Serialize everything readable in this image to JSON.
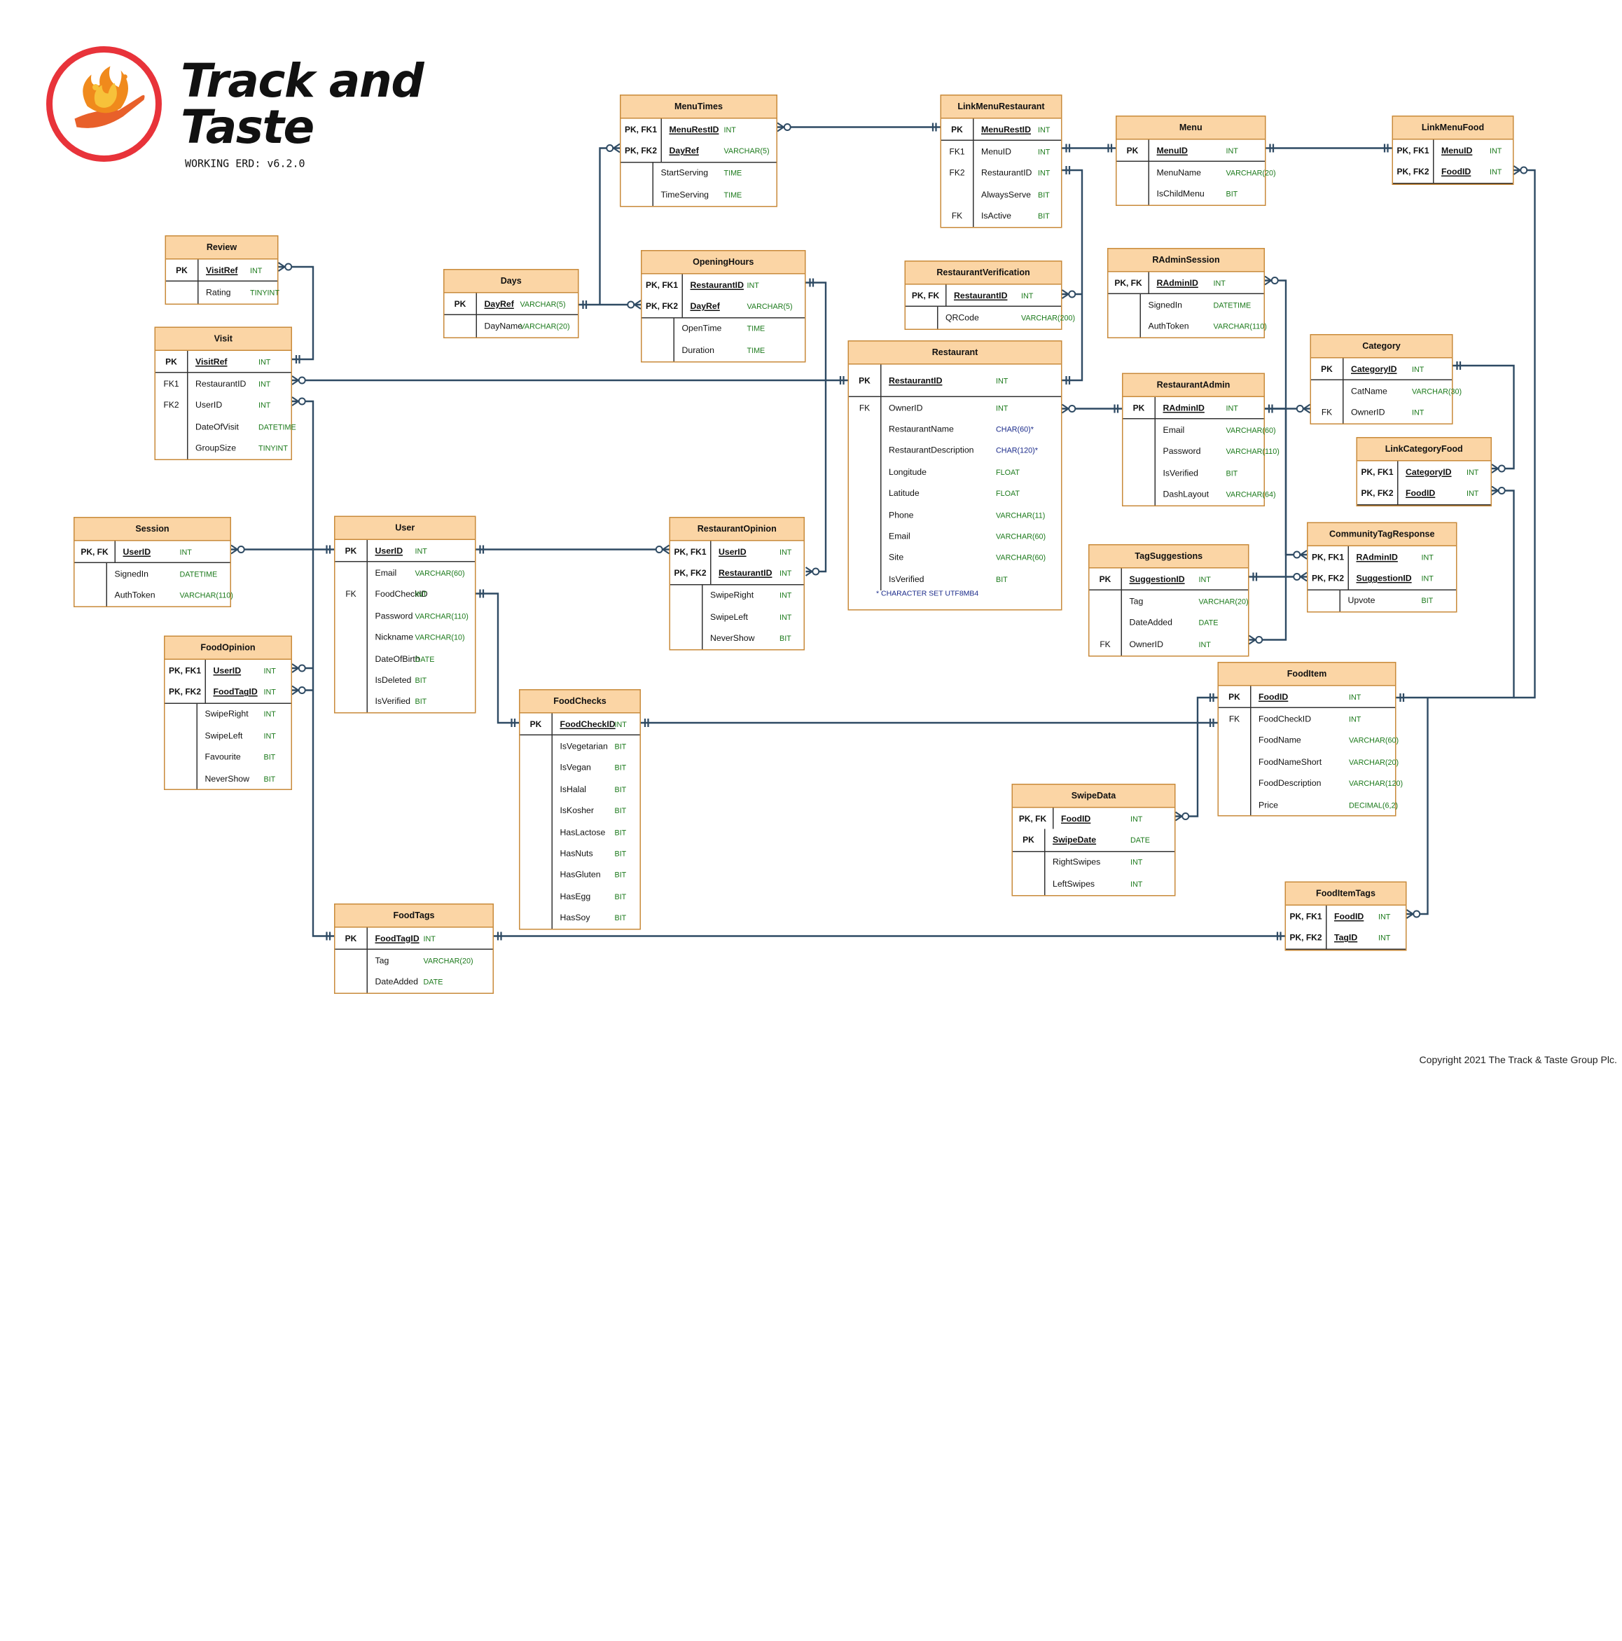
{
  "brand": {
    "title": "Track and Taste",
    "version": "WORKING ERD: v6.2.0",
    "copyright": "Copyright 2021 The Track & Taste Group Plc."
  },
  "colors": {
    "header_fill": "#fbd5a5",
    "border": "#c88a3a",
    "type_text": "#1c7a1c",
    "line": "#2e4a63",
    "logo_red": "#e8333a"
  },
  "entities": {
    "review": {
      "name": "Review",
      "rows": [
        {
          "k": "PK",
          "f": "VisitRef",
          "t": "INT"
        },
        {
          "k": "",
          "f": "Rating",
          "t": "TINYINT"
        }
      ]
    },
    "visit": {
      "name": "Visit",
      "rows": [
        {
          "k": "PK",
          "f": "VisitRef",
          "t": "INT"
        },
        {
          "k": "FK1",
          "f": "RestaurantID",
          "t": "INT"
        },
        {
          "k": "FK2",
          "f": "UserID",
          "t": "INT"
        },
        {
          "k": "",
          "f": "DateOfVisit",
          "t": "DATETIME"
        },
        {
          "k": "",
          "f": "GroupSize",
          "t": "TINYINT"
        }
      ]
    },
    "session": {
      "name": "Session",
      "rows": [
        {
          "k": "PK, FK",
          "f": "UserID",
          "t": "INT"
        },
        {
          "k": "",
          "f": "SignedIn",
          "t": "DATETIME"
        },
        {
          "k": "",
          "f": "AuthToken",
          "t": "VARCHAR(110)"
        }
      ]
    },
    "foodopinion": {
      "name": "FoodOpinion",
      "rows": [
        {
          "k": "PK, FK1",
          "f": "UserID",
          "t": "INT"
        },
        {
          "k": "PK, FK2",
          "f": "FoodTagID",
          "t": "INT"
        },
        {
          "k": "",
          "f": "SwipeRight",
          "t": "INT"
        },
        {
          "k": "",
          "f": "SwipeLeft",
          "t": "INT"
        },
        {
          "k": "",
          "f": "Favourite",
          "t": "BIT"
        },
        {
          "k": "",
          "f": "NeverShow",
          "t": "BIT"
        }
      ]
    },
    "user": {
      "name": "User",
      "rows": [
        {
          "k": "PK",
          "f": "UserID",
          "t": "INT"
        },
        {
          "k": "",
          "f": "Email",
          "t": "VARCHAR(60)"
        },
        {
          "k": "FK",
          "f": "FoodCheckID",
          "t": "INT"
        },
        {
          "k": "",
          "f": "Password",
          "t": "VARCHAR(110)"
        },
        {
          "k": "",
          "f": "Nickname",
          "t": "VARCHAR(10)"
        },
        {
          "k": "",
          "f": "DateOfBirth",
          "t": "DATE"
        },
        {
          "k": "",
          "f": "IsDeleted",
          "t": "BIT"
        },
        {
          "k": "",
          "f": "IsVerified",
          "t": "BIT"
        }
      ]
    },
    "foodtags": {
      "name": "FoodTags",
      "rows": [
        {
          "k": "PK",
          "f": "FoodTagID",
          "t": "INT"
        },
        {
          "k": "",
          "f": "Tag",
          "t": "VARCHAR(20)"
        },
        {
          "k": "",
          "f": "DateAdded",
          "t": "DATE"
        }
      ]
    },
    "days": {
      "name": "Days",
      "rows": [
        {
          "k": "PK",
          "f": "DayRef",
          "t": "VARCHAR(5)"
        },
        {
          "k": "",
          "f": "DayName",
          "t": "VARCHAR(20)"
        }
      ]
    },
    "menutimes": {
      "name": "MenuTimes",
      "rows": [
        {
          "k": "PK, FK1",
          "f": "MenuRestID",
          "t": "INT"
        },
        {
          "k": "PK, FK2",
          "f": "DayRef",
          "t": "VARCHAR(5)"
        },
        {
          "k": "",
          "f": "StartServing",
          "t": "TIME"
        },
        {
          "k": "",
          "f": "TimeServing",
          "t": "TIME"
        }
      ]
    },
    "openinghours": {
      "name": "OpeningHours",
      "rows": [
        {
          "k": "PK, FK1",
          "f": "RestaurantID",
          "t": "INT"
        },
        {
          "k": "PK, FK2",
          "f": "DayRef",
          "t": "VARCHAR(5)"
        },
        {
          "k": "",
          "f": "OpenTime",
          "t": "TIME"
        },
        {
          "k": "",
          "f": "Duration",
          "t": "TIME"
        }
      ]
    },
    "restaurantopinion": {
      "name": "RestaurantOpinion",
      "rows": [
        {
          "k": "PK, FK1",
          "f": "UserID",
          "t": "INT"
        },
        {
          "k": "PK, FK2",
          "f": "RestaurantID",
          "t": "INT"
        },
        {
          "k": "",
          "f": "SwipeRight",
          "t": "INT"
        },
        {
          "k": "",
          "f": "SwipeLeft",
          "t": "INT"
        },
        {
          "k": "",
          "f": "NeverShow",
          "t": "BIT"
        }
      ]
    },
    "foodchecks": {
      "name": "FoodChecks",
      "rows": [
        {
          "k": "PK",
          "f": "FoodCheckID",
          "t": "INT"
        },
        {
          "k": "",
          "f": "IsVegetarian",
          "t": "BIT"
        },
        {
          "k": "",
          "f": "IsVegan",
          "t": "BIT"
        },
        {
          "k": "",
          "f": "IsHalal",
          "t": "BIT"
        },
        {
          "k": "",
          "f": "IsKosher",
          "t": "BIT"
        },
        {
          "k": "",
          "f": "HasLactose",
          "t": "BIT"
        },
        {
          "k": "",
          "f": "HasNuts",
          "t": "BIT"
        },
        {
          "k": "",
          "f": "HasGluten",
          "t": "BIT"
        },
        {
          "k": "",
          "f": "HasEgg",
          "t": "BIT"
        },
        {
          "k": "",
          "f": "HasSoy",
          "t": "BIT"
        }
      ]
    },
    "linkmenurestaurant": {
      "name": "LinkMenuRestaurant",
      "rows": [
        {
          "k": "PK",
          "f": "MenuRestID",
          "t": "INT"
        },
        {
          "k": "FK1",
          "f": "MenuID",
          "t": "INT"
        },
        {
          "k": "FK2",
          "f": "RestaurantID",
          "t": "INT"
        },
        {
          "k": "",
          "f": "AlwaysServe",
          "t": "BIT"
        },
        {
          "k": "FK",
          "f": "IsActive",
          "t": "BIT"
        }
      ]
    },
    "restaurantverification": {
      "name": "RestaurantVerification",
      "rows": [
        {
          "k": "PK, FK",
          "f": "RestaurantID",
          "t": "INT"
        },
        {
          "k": "",
          "f": "QRCode",
          "t": "VARCHAR(200)"
        }
      ]
    },
    "restaurant": {
      "name": "Restaurant",
      "note": "* CHARACTER SET UTF8MB4",
      "rows": [
        {
          "k": "PK",
          "f": "RestaurantID",
          "t": "INT"
        },
        {
          "k": "FK",
          "f": "OwnerID",
          "t": "INT"
        },
        {
          "k": "",
          "f": "RestaurantName",
          "t": "CHAR(60)*"
        },
        {
          "k": "",
          "f": "RestaurantDescription",
          "t": "CHAR(120)*"
        },
        {
          "k": "",
          "f": "Longitude",
          "t": "FLOAT"
        },
        {
          "k": "",
          "f": "Latitude",
          "t": "FLOAT"
        },
        {
          "k": "",
          "f": "Phone",
          "t": "VARCHAR(11)"
        },
        {
          "k": "",
          "f": "Email",
          "t": "VARCHAR(60)"
        },
        {
          "k": "",
          "f": "Site",
          "t": "VARCHAR(60)"
        },
        {
          "k": "",
          "f": "IsVerified",
          "t": "BIT"
        }
      ]
    },
    "menu": {
      "name": "Menu",
      "rows": [
        {
          "k": "PK",
          "f": "MenuID",
          "t": "INT"
        },
        {
          "k": "",
          "f": "MenuName",
          "t": "VARCHAR(20)"
        },
        {
          "k": "",
          "f": "IsChildMenu",
          "t": "BIT"
        }
      ]
    },
    "radminsession": {
      "name": "RAdminSession",
      "rows": [
        {
          "k": "PK, FK",
          "f": "RAdminID",
          "t": "INT"
        },
        {
          "k": "",
          "f": "SignedIn",
          "t": "DATETIME"
        },
        {
          "k": "",
          "f": "AuthToken",
          "t": "VARCHAR(110)"
        }
      ]
    },
    "restaurantadmin": {
      "name": "RestaurantAdmin",
      "rows": [
        {
          "k": "PK",
          "f": "RAdminID",
          "t": "INT"
        },
        {
          "k": "",
          "f": "Email",
          "t": "VARCHAR(60)"
        },
        {
          "k": "",
          "f": "Password",
          "t": "VARCHAR(110)"
        },
        {
          "k": "",
          "f": "IsVerified",
          "t": "BIT"
        },
        {
          "k": "",
          "f": "DashLayout",
          "t": "VARCHAR(64)"
        }
      ]
    },
    "linkmenufood": {
      "name": "LinkMenuFood",
      "rows": [
        {
          "k": "PK, FK1",
          "f": "MenuID",
          "t": "INT"
        },
        {
          "k": "PK, FK2",
          "f": "FoodID",
          "t": "INT"
        }
      ]
    },
    "category": {
      "name": "Category",
      "rows": [
        {
          "k": "PK",
          "f": "CategoryID",
          "t": "INT"
        },
        {
          "k": "",
          "f": "CatName",
          "t": "VARCHAR(30)"
        },
        {
          "k": "FK",
          "f": "OwnerID",
          "t": "INT"
        }
      ]
    },
    "linkcategoryfood": {
      "name": "LinkCategoryFood",
      "rows": [
        {
          "k": "PK, FK1",
          "f": "CategoryID",
          "t": "INT"
        },
        {
          "k": "PK, FK2",
          "f": "FoodID",
          "t": "INT"
        }
      ]
    },
    "tagsuggestions": {
      "name": "TagSuggestions",
      "rows": [
        {
          "k": "PK",
          "f": "SuggestionID",
          "t": "INT"
        },
        {
          "k": "",
          "f": "Tag",
          "t": "VARCHAR(20)"
        },
        {
          "k": "",
          "f": "DateAdded",
          "t": "DATE"
        },
        {
          "k": "FK",
          "f": "OwnerID",
          "t": "INT"
        }
      ]
    },
    "communitytagresponse": {
      "name": "CommunityTagResponse",
      "rows": [
        {
          "k": "PK, FK1",
          "f": "RAdminID",
          "t": "INT"
        },
        {
          "k": "PK, FK2",
          "f": "SuggestionID",
          "t": "INT"
        },
        {
          "k": "",
          "f": "Upvote",
          "t": "BIT"
        }
      ]
    },
    "fooditem": {
      "name": "FoodItem",
      "rows": [
        {
          "k": "PK",
          "f": "FoodID",
          "t": "INT"
        },
        {
          "k": "FK",
          "f": "FoodCheckID",
          "t": "INT"
        },
        {
          "k": "",
          "f": "FoodName",
          "t": "VARCHAR(60)"
        },
        {
          "k": "",
          "f": "FoodNameShort",
          "t": "VARCHAR(20)"
        },
        {
          "k": "",
          "f": "FoodDescription",
          "t": "VARCHAR(120)"
        },
        {
          "k": "",
          "f": "Price",
          "t": "DECIMAL(6,2)"
        }
      ]
    },
    "swipedata": {
      "name": "SwipeData",
      "rows": [
        {
          "k": "PK, FK",
          "f": "FoodID",
          "t": "INT"
        },
        {
          "k": "PK",
          "f": "SwipeDate",
          "t": "DATE"
        },
        {
          "k": "",
          "f": "RightSwipes",
          "t": "INT"
        },
        {
          "k": "",
          "f": "LeftSwipes",
          "t": "INT"
        }
      ]
    },
    "fooditemtags": {
      "name": "FoodItemTags",
      "rows": [
        {
          "k": "PK, FK1",
          "f": "FoodID",
          "t": "INT"
        },
        {
          "k": "PK, FK2",
          "f": "TagID",
          "t": "INT"
        }
      ]
    }
  }
}
